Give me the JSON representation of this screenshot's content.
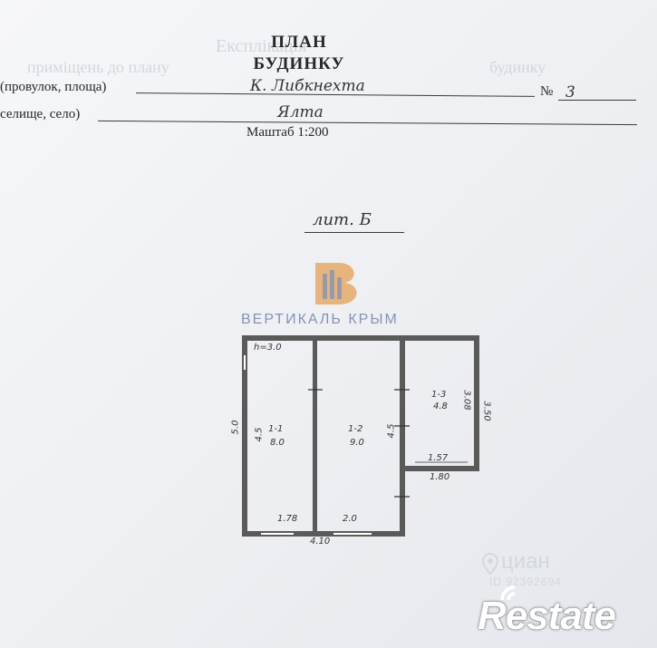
{
  "header": {
    "title_line1": "ПЛАН",
    "title_line2": "БУДИНКУ",
    "street_label": "(провулок, площа)",
    "street_value": "К. Либкнехта",
    "number_label": "№",
    "number_value": "3",
    "settlement_label": "селище, село)",
    "settlement_value": "Ялта",
    "scale": "Маштаб 1:200"
  },
  "ghost": {
    "g1": "Експлікація",
    "g2": "приміщень до плану",
    "g3": "будинку"
  },
  "plan": {
    "litera": "лит. Б",
    "height_note": "h=3.0",
    "rooms": [
      {
        "id": "1-1",
        "area": "8.0"
      },
      {
        "id": "1-2",
        "area": "9.0"
      },
      {
        "id": "1-3",
        "area": "4.8"
      }
    ],
    "dims": {
      "outer_left": "5.0",
      "inner_left": "4.5",
      "inner_mid": "4.5",
      "right_inner": "3.08",
      "right_outer": "3.50",
      "room3_bottom": "1.57",
      "room3_outer_bottom": "1.80",
      "bottom_left": "1.78",
      "bottom_mid": "2.0",
      "total_bottom": "4.10"
    }
  },
  "watermark": {
    "brand_text": "ВЕРТИКАЛЬ КРЫМ",
    "cian_text": "циан",
    "cian_id": "ID 92392694",
    "restate_text": "Restate"
  },
  "colors": {
    "logo_orange": "#e6a968",
    "logo_blue": "#8593b3",
    "wall": "#4a4a4a"
  }
}
